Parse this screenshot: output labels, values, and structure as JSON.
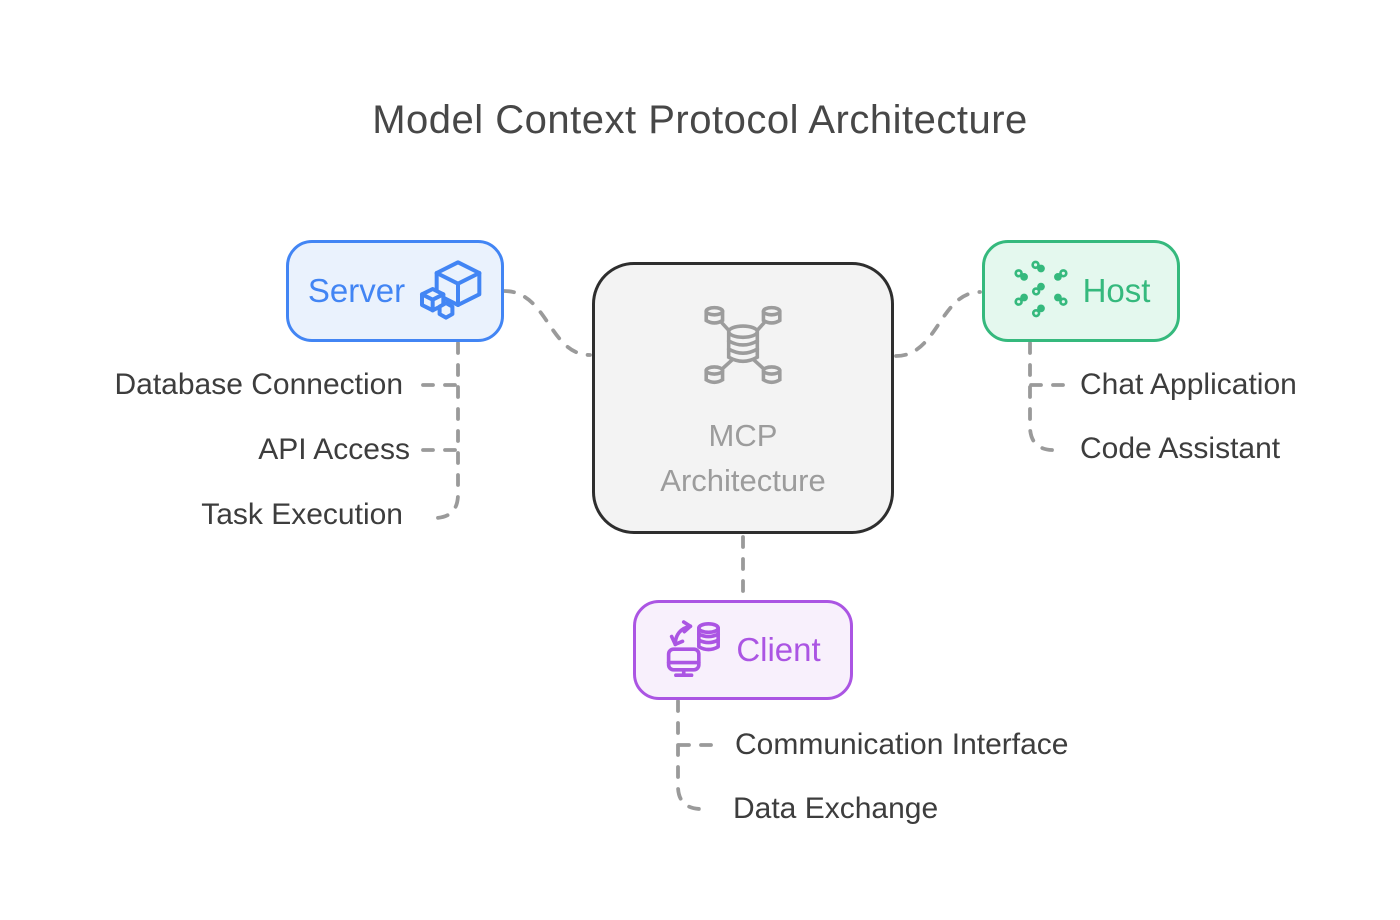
{
  "title": "Model Context Protocol Architecture",
  "center": {
    "label": "MCP Architecture",
    "icon": "database-cluster-icon",
    "border_color": "#2e2e2e",
    "background": "#f3f3f3",
    "text_color": "#9c9c9c"
  },
  "nodes": {
    "server": {
      "label": "Server",
      "icon": "package-cube-icon",
      "accent": "#4285f4",
      "background": "#eaf2fd",
      "features": [
        "Database Connection",
        "API Access",
        "Task Execution"
      ]
    },
    "host": {
      "label": "Host",
      "icon": "network-nodes-icon",
      "accent": "#35b97d",
      "background": "#e4f8ee",
      "features": [
        "Chat Application",
        "Code Assistant"
      ]
    },
    "client": {
      "label": "Client",
      "icon": "data-sync-icon",
      "accent": "#ab55e3",
      "background": "#f8f0fc",
      "features": [
        "Communication Interface",
        "Data Exchange"
      ]
    }
  },
  "styles": {
    "connector_color": "#9a9a9a",
    "connector_style": "dashed",
    "feature_text_color": "#3d3d3d",
    "title_color": "#474747",
    "page_background": "#ffffff"
  }
}
